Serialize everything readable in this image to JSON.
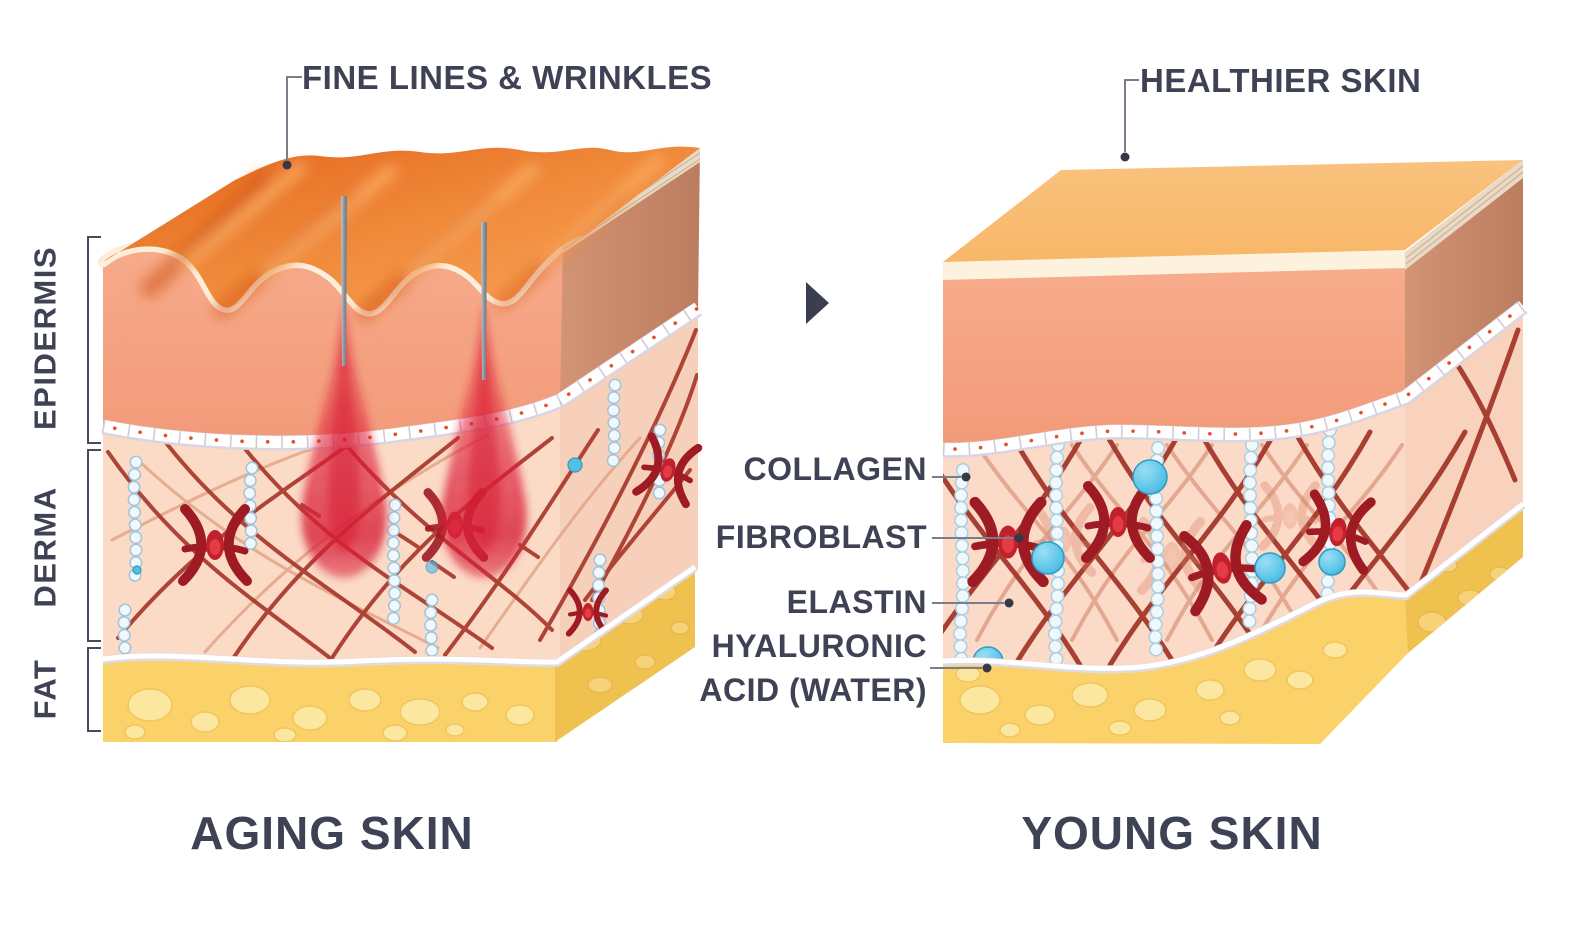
{
  "figure": {
    "left_panel": {
      "callout": "FINE LINES & WRINKLES",
      "caption": "AGING SKIN"
    },
    "right_panel": {
      "callout": "HEALTHIER SKIN",
      "caption": "YOUNG SKIN"
    },
    "layer_labels": {
      "epidermis": "EPIDERMIS",
      "derma": "DERMA",
      "fat": "FAT"
    },
    "component_labels": {
      "collagen": "COLLAGEN",
      "fibroblast": "FIBROBLAST",
      "elastin": "ELASTIN",
      "hyaluronic_line1": "HYALURONIC",
      "hyaluronic_line2": "ACID (WATER)"
    },
    "icons": {
      "transition_arrow": "right-triangle-arrow"
    },
    "colors": {
      "label_text": "#3E4254",
      "leader_line": "#7A7E8C",
      "aging_surface_orange": "#EE7A28",
      "young_surface_orange": "#F9BD72",
      "epidermis_salmon": "#F5A383",
      "side_face_brown": "#C8876A",
      "dermis_pink": "#FBDAC7",
      "fat_yellow": "#FAD56E",
      "collagen_fiber_red": "#A8382B",
      "fibroblast_red": "#C2202C",
      "hyaluronic_blue": "#5EC6E9",
      "laser_red": "#E32239",
      "cream": "#FCEEDA"
    }
  }
}
